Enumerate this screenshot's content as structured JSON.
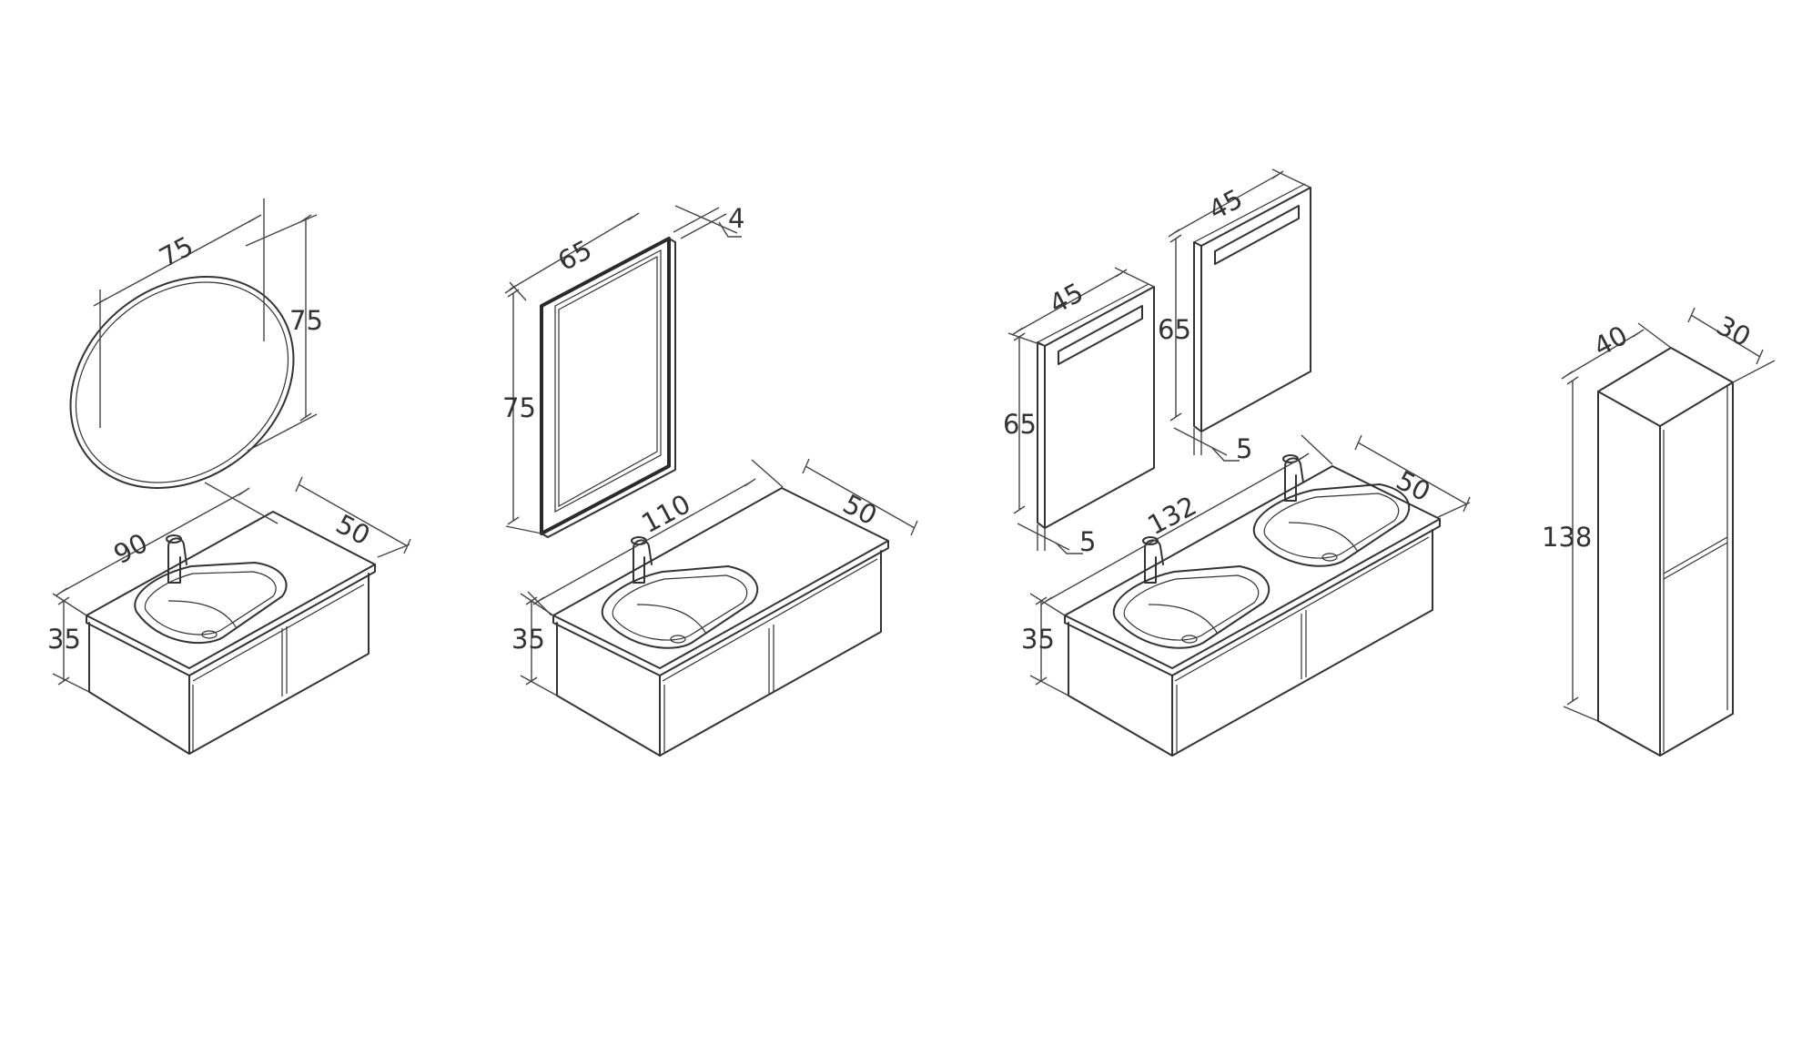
{
  "colors": {
    "line": "#333333",
    "background": "#ffffff"
  },
  "set1": {
    "mirror_width": "75",
    "mirror_height": "75",
    "cabinet_width": "90",
    "cabinet_depth": "50",
    "cabinet_height": "35"
  },
  "set2": {
    "mirror_width": "65",
    "mirror_height": "75",
    "mirror_depth": "4",
    "cabinet_width": "110",
    "cabinet_depth": "50",
    "cabinet_height": "35"
  },
  "set3": {
    "mirror_left_width": "45",
    "mirror_left_height": "65",
    "mirror_left_depth": "5",
    "mirror_right_width": "45",
    "mirror_right_height": "65",
    "mirror_right_depth": "5",
    "cabinet_width": "132",
    "cabinet_depth": "50",
    "cabinet_height": "35"
  },
  "set4": {
    "column_width": "40",
    "column_depth": "30",
    "column_height": "138"
  }
}
